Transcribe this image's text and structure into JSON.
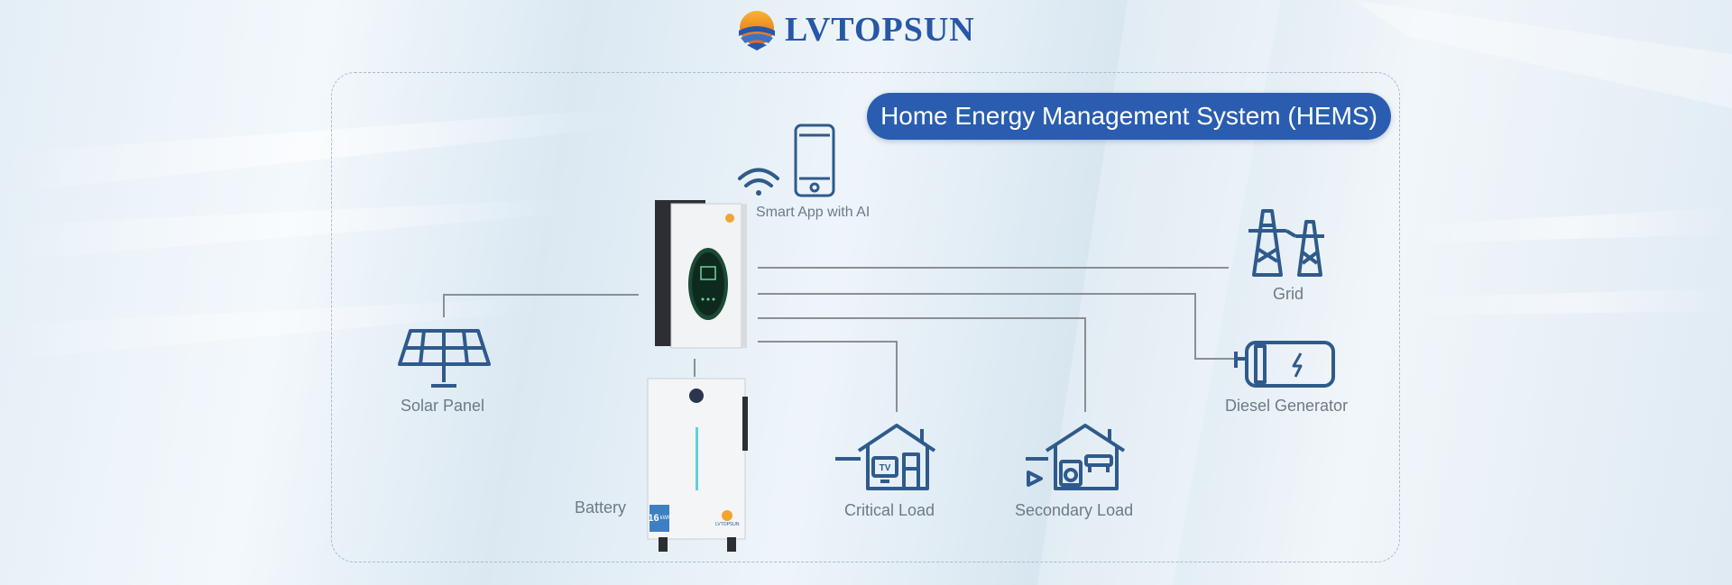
{
  "brand": {
    "name": "LVTOPSUN"
  },
  "title": "Home Energy Management System (HEMS)",
  "nodes": {
    "smart_app": "Smart App with AI",
    "grid": "Grid",
    "solar_panel": "Solar Panel",
    "diesel_generator": "Diesel Generator",
    "battery": "Battery",
    "critical_load": "Critical Load",
    "secondary_load": "Secondary Load"
  },
  "battery_badge": "16",
  "battery_badge_unit": "kWh",
  "battery_brand": "LVTOPSUN",
  "colors": {
    "brand_blue": "#2757a8",
    "pill_blue": "#2a5db0",
    "icon_blue": "#2f5a8c",
    "line_gray": "#8a8f95",
    "label_gray": "#6d7a86"
  }
}
